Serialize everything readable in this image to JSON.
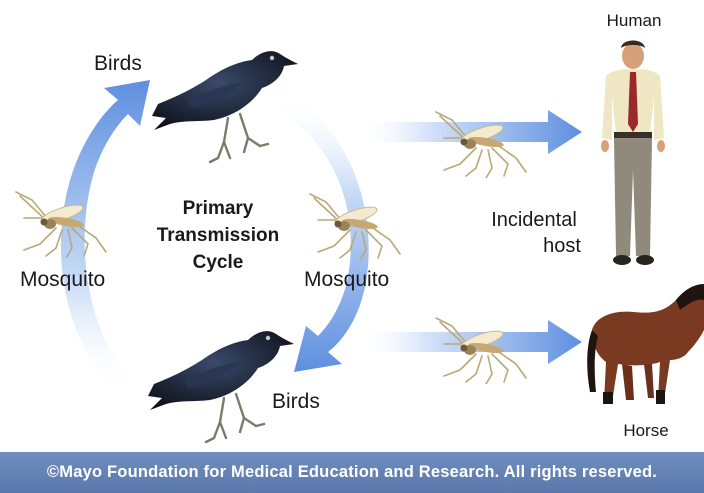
{
  "labels": {
    "birds_top": "Birds",
    "birds_bottom": "Birds",
    "mosquito_left": "Mosquito",
    "mosquito_right": "Mosquito",
    "cycle_line1": "Primary",
    "cycle_line2": "Transmission",
    "cycle_line3": "Cycle",
    "human": "Human",
    "incidental_line1": "Incidental",
    "incidental_line2": "host",
    "horse": "Horse"
  },
  "footer": {
    "copyright": "©Mayo Foundation for Medical Education and Research.  All rights reserved."
  },
  "colors": {
    "arrow": "#5f8fe0",
    "footer": "#5f7db0"
  }
}
